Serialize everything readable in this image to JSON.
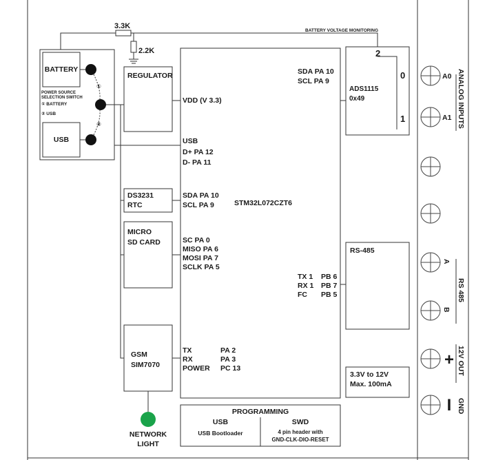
{
  "resistors": {
    "r1": "3.3K",
    "r2": "2.2K"
  },
  "battery_monitor_label": "BATTERY VOLTAGE MONITORING",
  "power_selector": {
    "battery": "BATTERY",
    "usb": "USB",
    "title_line1": "POWER SOURCE",
    "title_line2": "SELECTION SWITCH",
    "option1": "① BATTERY",
    "option2": "② USB",
    "marker1": "①",
    "marker2": "②"
  },
  "regulator": {
    "label": "REGULATOR",
    "vdd": "VDD (V 3.3)"
  },
  "usb_pins": {
    "title": "USB",
    "dplus": "D+  PA 12",
    "dminus": "D-  PA  11"
  },
  "rtc": {
    "line1": "DS3231",
    "line2": "RTC",
    "sda": "SDA  PA  10",
    "scl": "SCL   PA 9"
  },
  "mcu": {
    "name": "STM32L072CZT6"
  },
  "sdcard": {
    "line1": "MICRO",
    "line2": "SD CARD",
    "pins": [
      "SC     PA 0",
      "MISO  PA 6",
      "MOSI  PA 7",
      "SCLK   PA 5"
    ]
  },
  "gsm": {
    "line1": "GSM",
    "line2": "SIM7070",
    "pin_names": [
      "TX",
      "RX",
      "POWER"
    ],
    "pin_ports": [
      "PA 2",
      "PA 3",
      "PC 13"
    ]
  },
  "network_light": {
    "line1": "NETWORK",
    "line2": "LIGHT",
    "color": "#1aa34a"
  },
  "adc": {
    "sda": "SDA  PA  10",
    "scl": "SCL   PA 9",
    "name": "ADS1115",
    "addr": "0x49",
    "ch2": "2",
    "ch0": "0",
    "ch1": "1"
  },
  "rs485": {
    "title": "RS-485",
    "pin_names": [
      "TX 1",
      "RX 1",
      "FC"
    ],
    "pin_ports": [
      "PB 6",
      "PB 7",
      "PB 5"
    ]
  },
  "booster": {
    "line1": "3.3V to 12V",
    "line2": "Max. 100mA"
  },
  "programming": {
    "title": "PROGRAMMING",
    "usb_title": "USB",
    "usb_desc": "USB Bootloader",
    "swd_title": "SWD",
    "swd_desc1": "4 pin header with",
    "swd_desc2": "GND-CLK-DIO-RESET"
  },
  "terminals": {
    "a0": "A0",
    "a1": "A1",
    "analog_group": "ANALOG  INPUTS",
    "a": "A",
    "b": "B",
    "rs485_group": "RS 485",
    "plus": "+",
    "minus": "I",
    "out_group": "12V  OUT",
    "gnd_group": "GND"
  }
}
